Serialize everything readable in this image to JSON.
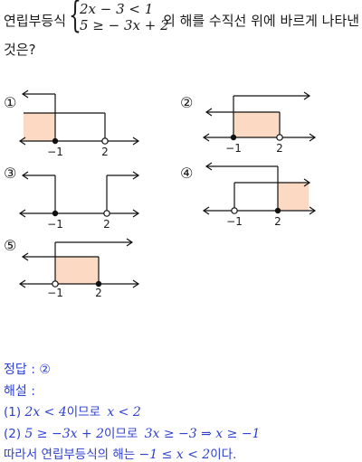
{
  "question": {
    "prefix": "연립부등식",
    "ineq1": "2x − 3 < 1",
    "ineq2": "5 ≥ − 3x + 2",
    "suffix": "의 해를 수직선 위에 바르게 나타낸",
    "line2": "것은?"
  },
  "options": [
    {
      "label": "①",
      "ticks": [
        "−1",
        "2"
      ]
    },
    {
      "label": "②",
      "ticks": [
        "−1",
        "2"
      ]
    },
    {
      "label": "③",
      "ticks": [
        "−1",
        "2"
      ]
    },
    {
      "label": "④",
      "ticks": [
        "−1",
        "2"
      ]
    },
    {
      "label": "⑤",
      "ticks": [
        "−1",
        "2"
      ]
    }
  ],
  "solution": {
    "answer": "정답 : ②",
    "heading": "해설 :",
    "step1_num": "(1)",
    "step1_math": "2x < 4",
    "step1_tail": "이므로",
    "step1_result": "x < 2",
    "step2_num": "(2)",
    "step2_math_a": "5 ≥ −3x + 2",
    "step2_tail": "이므로",
    "step2_math_b": "3x ≥ −3 ⇒ x ≥ −1",
    "conclusion_a": "따라서 연립부등식의 해는",
    "conclusion_math": "−1 ≤ x < 2",
    "conclusion_b": "이다."
  },
  "colors": {
    "shade": "#fbd9c3",
    "solution_text": "#2c3fd1",
    "line": "#111111"
  }
}
